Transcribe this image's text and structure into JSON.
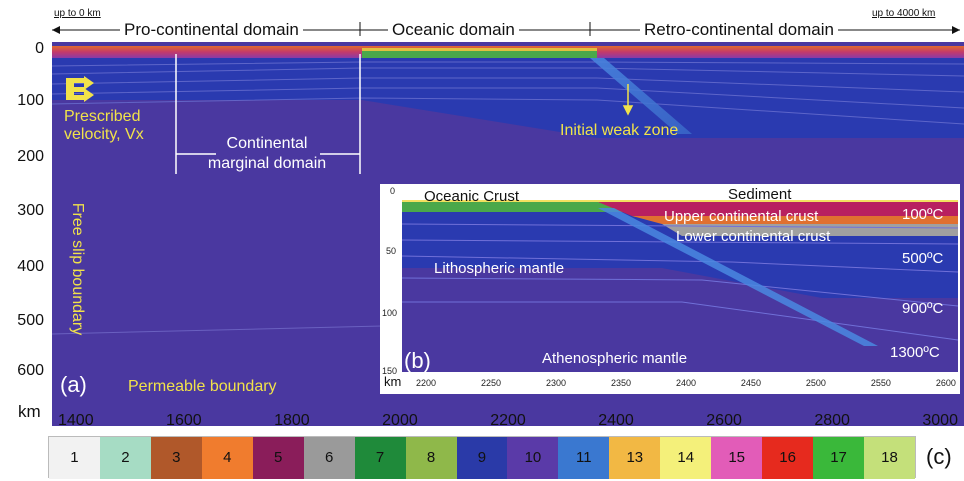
{
  "header": {
    "left_limit": "up to 0 km",
    "right_limit": "up to 4000 km",
    "domains": [
      "Pro-continental domain",
      "Oceanic domain",
      "Retro-continental domain"
    ]
  },
  "main_axis": {
    "y_ticks": [
      "0",
      "100",
      "200",
      "300",
      "400",
      "500",
      "600"
    ],
    "x_ticks": [
      "1400",
      "1600",
      "1800",
      "2000",
      "2200",
      "2400",
      "2600",
      "2800",
      "3000"
    ],
    "unit": "km"
  },
  "annotations": {
    "velocity": [
      "Prescribed",
      "velocity, Vx"
    ],
    "continental_margin": [
      "Continental",
      "marginal domain"
    ],
    "weak_zone": "Initial weak zone",
    "free_slip": "Free slip boundary",
    "permeable": "Permeable boundary",
    "panel_a": "(a)"
  },
  "inset": {
    "panel": "(b)",
    "oceanic_crust": "Oceanic Crust",
    "sediment": "Sediment",
    "upper_crust": "Upper continental crust",
    "lower_crust": "Lower continental crust",
    "lith_mantle": "Lithospheric mantle",
    "astheno": "Athenospheric mantle",
    "temps": [
      "100ºC",
      "500ºC",
      "900ºC",
      "1300ºC"
    ],
    "y_ticks": [
      "0",
      "50",
      "100",
      "150"
    ],
    "x_ticks": [
      "2200",
      "2250",
      "2300",
      "2350",
      "2400",
      "2450",
      "2500",
      "2550",
      "2600"
    ],
    "unit": "km"
  },
  "legend": {
    "label": "(c)",
    "items": [
      {
        "num": "1",
        "color": "#f2f2f2"
      },
      {
        "num": "2",
        "color": "#a6dcc4"
      },
      {
        "num": "3",
        "color": "#b0582a"
      },
      {
        "num": "4",
        "color": "#f07c2e"
      },
      {
        "num": "5",
        "color": "#8a1d5a"
      },
      {
        "num": "6",
        "color": "#9a9a9a"
      },
      {
        "num": "7",
        "color": "#1f8a3a"
      },
      {
        "num": "8",
        "color": "#8fb84a"
      },
      {
        "num": "9",
        "color": "#2a3aa8"
      },
      {
        "num": "10",
        "color": "#5a3aa8"
      },
      {
        "num": "11",
        "color": "#3a78d0"
      },
      {
        "num": "13",
        "color": "#f2b844"
      },
      {
        "num": "14",
        "color": "#f4f07a"
      },
      {
        "num": "15",
        "color": "#e25cb8"
      },
      {
        "num": "16",
        "color": "#e62a1e"
      },
      {
        "num": "17",
        "color": "#3ab83a"
      },
      {
        "num": "18",
        "color": "#c4e07a"
      }
    ]
  }
}
